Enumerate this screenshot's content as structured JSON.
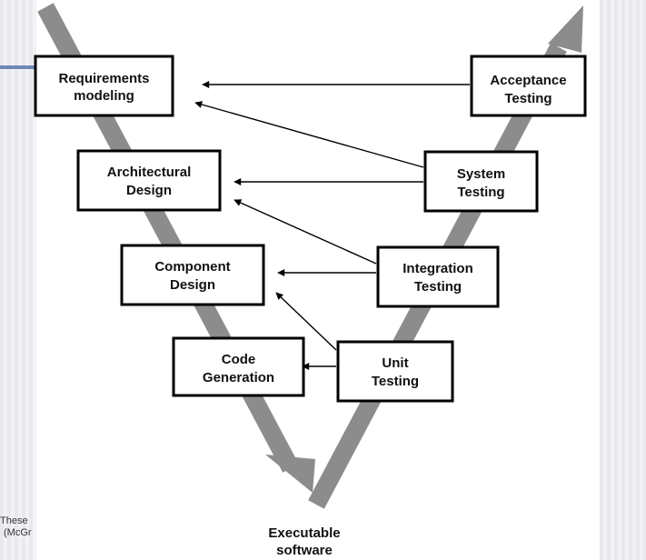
{
  "diagram": {
    "phases": [
      {
        "id": "req",
        "line1": "Requirements",
        "line2": "modeling"
      },
      {
        "id": "arch",
        "line1": "Architectural",
        "line2": "Design"
      },
      {
        "id": "comp",
        "line1": "Component",
        "line2": "Design"
      },
      {
        "id": "code",
        "line1": "Code",
        "line2": "Generation"
      }
    ],
    "tests": [
      {
        "id": "acc",
        "line1": "Acceptance",
        "line2": "Testing"
      },
      {
        "id": "sys",
        "line1": "System",
        "line2": "Testing"
      },
      {
        "id": "int",
        "line1": "Integration",
        "line2": "Testing"
      },
      {
        "id": "unit",
        "line1": "Unit",
        "line2": "Testing"
      }
    ],
    "bottom_label": {
      "line1": "Executable",
      "line2": "software"
    },
    "colors": {
      "v_arrow": "#8c8c8c",
      "box_border": "#000000",
      "connector": "#000000"
    }
  },
  "footer": {
    "line1": "These",
    "line2": "(McGr"
  }
}
